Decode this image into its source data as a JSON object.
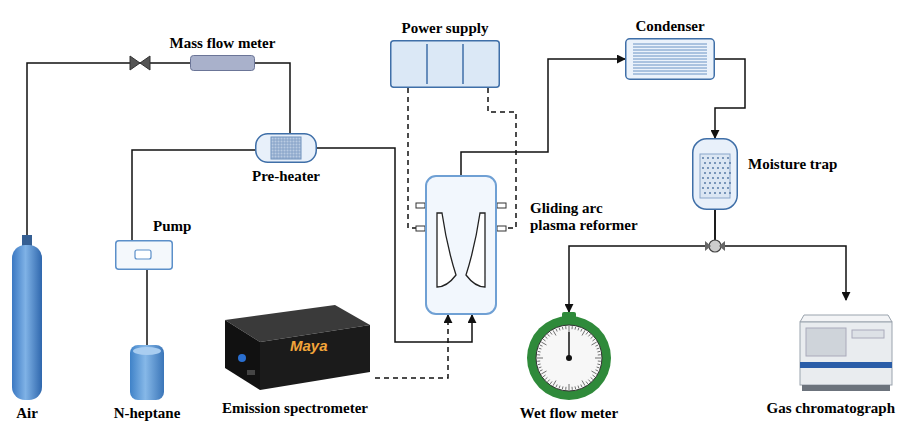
{
  "diagram": {
    "nodes": [
      {
        "text": [
          "Mass flow meter"
        ]
      },
      {
        "text": [
          "Power supply"
        ]
      },
      {
        "text": [
          "Condenser"
        ]
      },
      {
        "text": [
          "Pre-heater"
        ]
      },
      {
        "text": [
          "Pump"
        ]
      },
      {
        "text": [
          "Gliding arc plasma reformer"
        ]
      },
      {
        "text": [
          "Moisture trap"
        ]
      },
      {
        "text": [
          "Air"
        ]
      },
      {
        "text": [
          "N-heptane"
        ]
      },
      {
        "text": [
          "Emission spectrometer"
        ]
      },
      {
        "text": [
          "Wet flow meter"
        ]
      },
      {
        "text": [
          "Gas chromatograph"
        ]
      }
    ],
    "edges": [
      {
        "from": 7,
        "to": 0,
        "arrow": "none"
      },
      {
        "from": 0,
        "to": 3,
        "arrow": "none"
      },
      {
        "from": 8,
        "to": 4,
        "arrow": "none"
      },
      {
        "from": 4,
        "to": 3,
        "arrow": "none"
      },
      {
        "from": 3,
        "to": 5,
        "arrow": "to"
      },
      {
        "from": 1,
        "to": 5,
        "arrow": "none"
      },
      {
        "from": 1,
        "to": 5,
        "arrow": "none"
      },
      {
        "from": 5,
        "to": 2,
        "arrow": "to"
      },
      {
        "from": 2,
        "to": 6,
        "arrow": "to"
      },
      {
        "from": 6,
        "to": 10,
        "arrow": "to"
      },
      {
        "from": 6,
        "to": 11,
        "arrow": "to"
      },
      {
        "from": 9,
        "to": 5,
        "arrow": "to"
      }
    ],
    "labels": [
      "Maya"
    ]
  }
}
